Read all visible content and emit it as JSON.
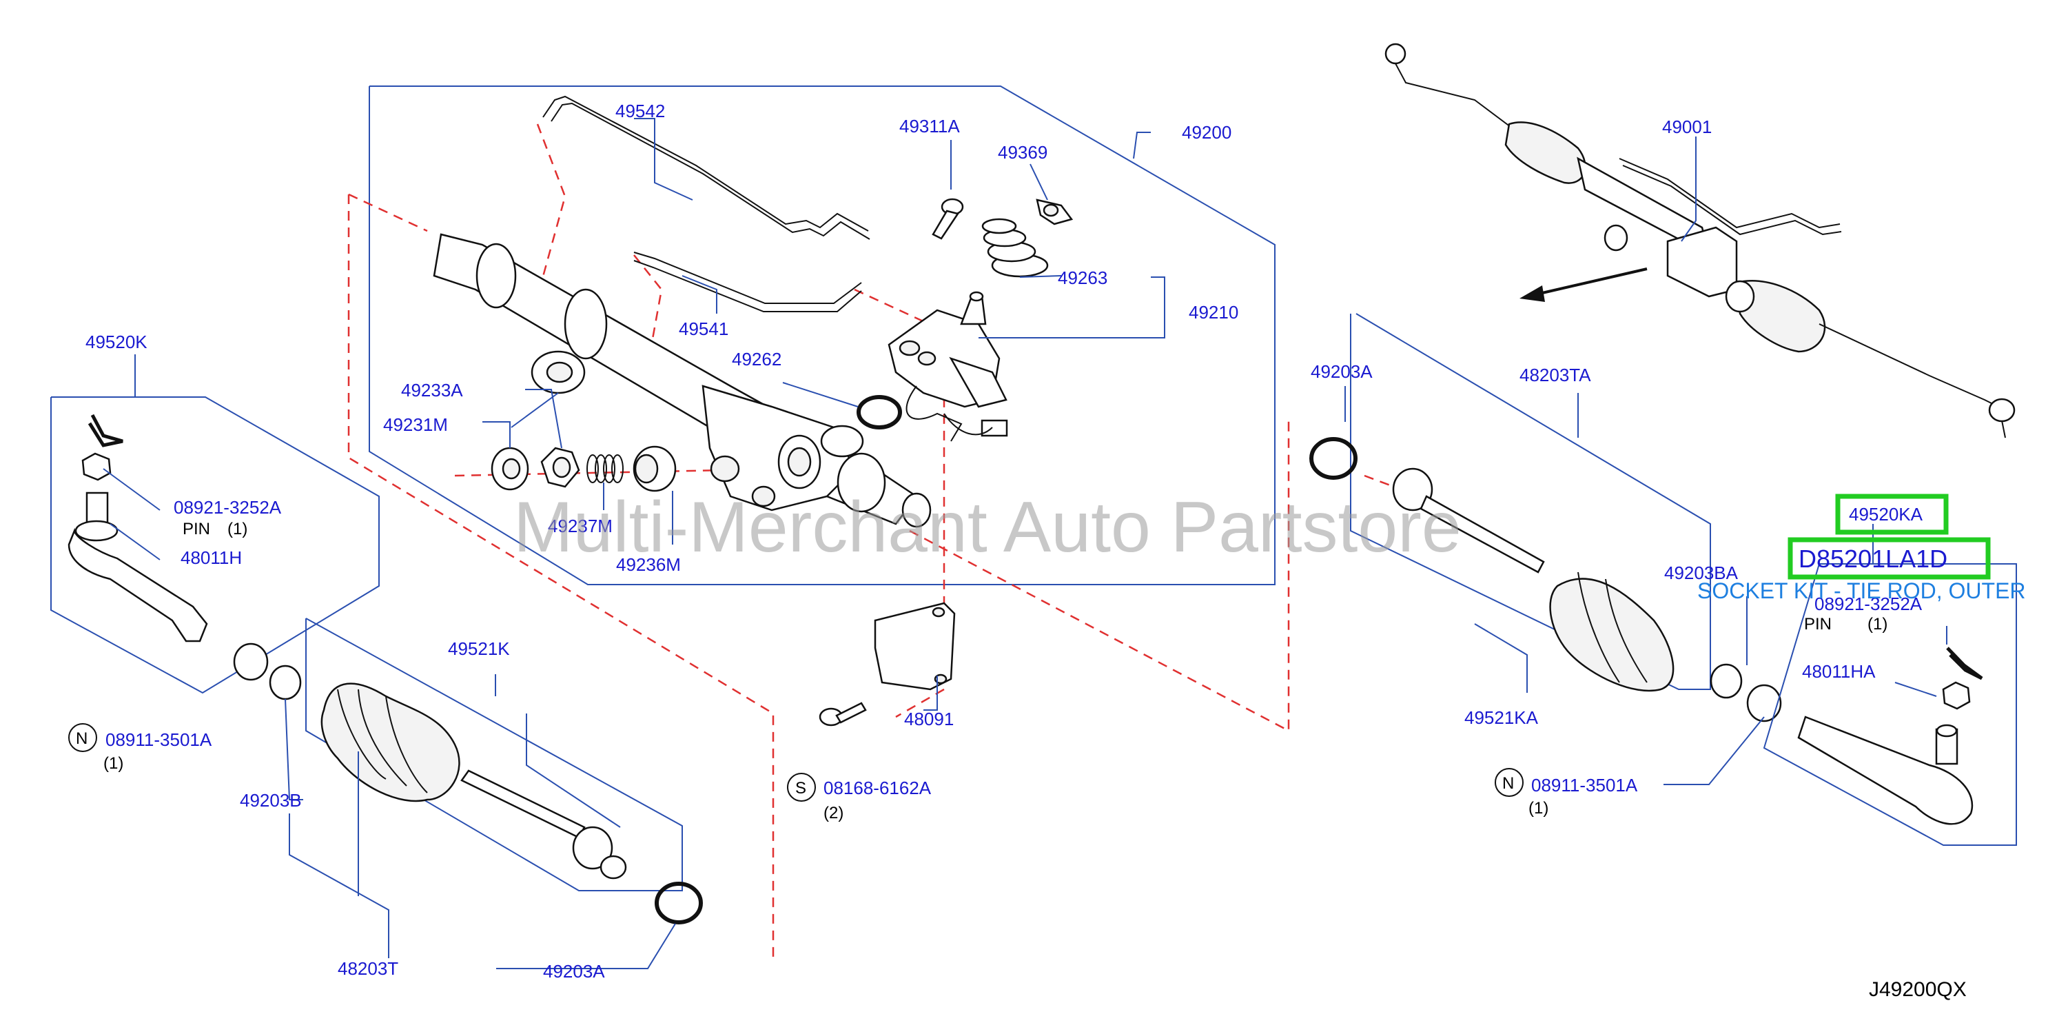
{
  "diagram_code": "J49200QX",
  "watermark": "Multi-Merchant Auto Partstore",
  "highlight": {
    "part_number": "49520KA",
    "oem_number": "D85201LA1D",
    "description": "SOCKET KIT - TIE ROD, OUTER"
  },
  "labels": {
    "p49542": "49542",
    "p49311A": "49311A",
    "p49200": "49200",
    "p49369": "49369",
    "p49263": "49263",
    "p49210": "49210",
    "p49541": "49541",
    "p49262": "49262",
    "p49233A": "49233A",
    "p49231M": "49231M",
    "p49237M": "49237M",
    "p49236M": "49236M",
    "p49520K": "49520K",
    "p08921_3252A_L": "08921-3252A",
    "pin_L": "PIN",
    "pin_L_qty": "(1)",
    "p48011H": "48011H",
    "p49521K": "49521K",
    "n_marker_L": "N",
    "p08911_3501A_L": "08911-3501A",
    "qty_08911_L": "(1)",
    "p49203B": "49203B",
    "p48203T": "48203T",
    "p49203A_bottom": "49203A",
    "p48091": "48091",
    "s_marker": "S",
    "p08168_6162A": "08168-6162A",
    "qty_08168": "(2)",
    "p49001": "49001",
    "p49203A_right": "49203A",
    "p48203TA": "48203TA",
    "p49203BA": "49203BA",
    "p49521KA": "49521KA",
    "n_marker_R": "N",
    "p08911_3501A_R": "08911-3501A",
    "qty_08911_R": "(1)",
    "p08921_3252A_R": "08921-3252A",
    "pin_R": "PIN",
    "pin_R_qty": "(1)",
    "p48011HA": "48011HA"
  }
}
